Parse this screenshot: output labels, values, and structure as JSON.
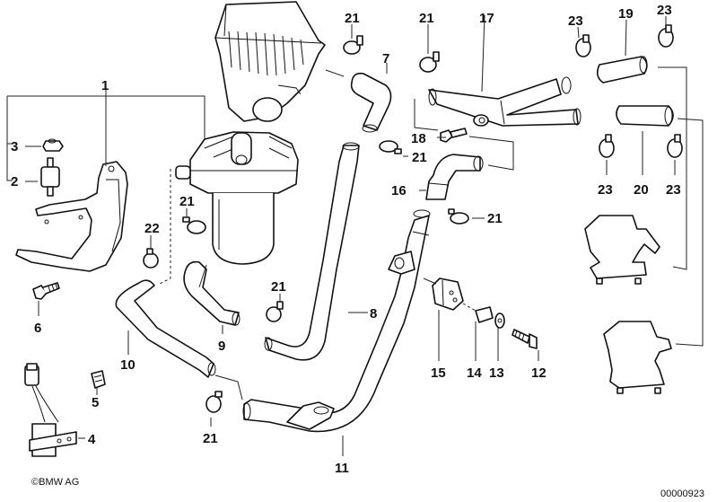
{
  "diagram": {
    "title": "Secondary air system parts diagram",
    "copyright": "©BMW AG",
    "diagram_id": "00000923",
    "callouts": [
      {
        "id": "c1",
        "label": "1"
      },
      {
        "id": "c2",
        "label": "2"
      },
      {
        "id": "c3",
        "label": "3"
      },
      {
        "id": "c4",
        "label": "4"
      },
      {
        "id": "c5",
        "label": "5"
      },
      {
        "id": "c6",
        "label": "6"
      },
      {
        "id": "c7",
        "label": "7"
      },
      {
        "id": "c8",
        "label": "8"
      },
      {
        "id": "c9",
        "label": "9"
      },
      {
        "id": "c10",
        "label": "10"
      },
      {
        "id": "c11",
        "label": "11"
      },
      {
        "id": "c12",
        "label": "12"
      },
      {
        "id": "c13",
        "label": "13"
      },
      {
        "id": "c14",
        "label": "14"
      },
      {
        "id": "c15",
        "label": "15"
      },
      {
        "id": "c16",
        "label": "16"
      },
      {
        "id": "c17",
        "label": "17"
      },
      {
        "id": "c18",
        "label": "18"
      },
      {
        "id": "c19",
        "label": "19"
      },
      {
        "id": "c20",
        "label": "20"
      },
      {
        "id": "c21a",
        "label": "21"
      },
      {
        "id": "c21b",
        "label": "21"
      },
      {
        "id": "c21c",
        "label": "21"
      },
      {
        "id": "c21d",
        "label": "21"
      },
      {
        "id": "c21e",
        "label": "21"
      },
      {
        "id": "c21f",
        "label": "21"
      },
      {
        "id": "c21g",
        "label": "21"
      },
      {
        "id": "c22",
        "label": "22"
      },
      {
        "id": "c23a",
        "label": "23"
      },
      {
        "id": "c23b",
        "label": "23"
      },
      {
        "id": "c23c",
        "label": "23"
      },
      {
        "id": "c23d",
        "label": "23"
      }
    ]
  }
}
